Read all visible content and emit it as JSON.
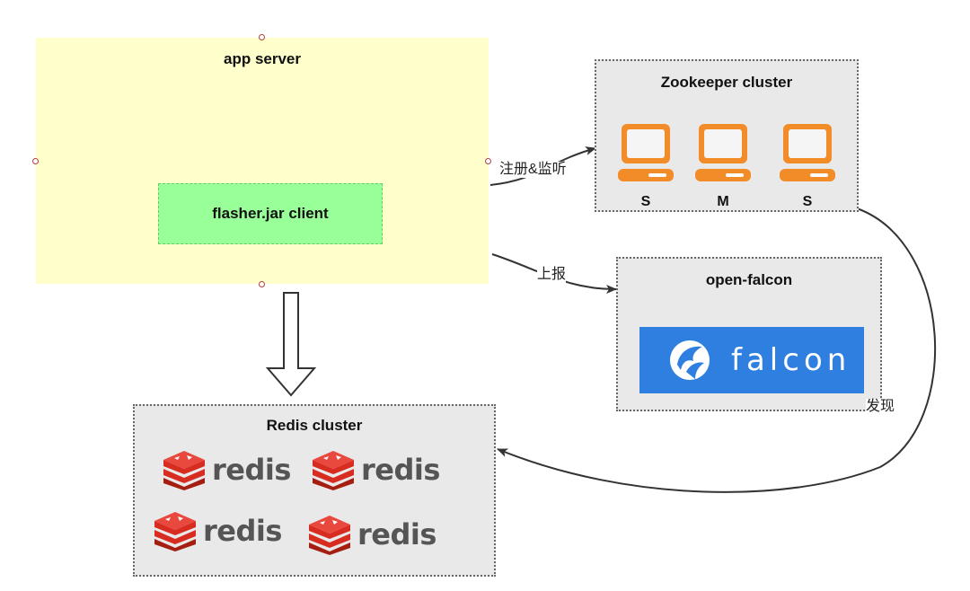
{
  "app_server": {
    "title": "app server",
    "client": "flasher.jar client"
  },
  "zookeeper": {
    "title": "Zookeeper cluster",
    "nodes": [
      "S",
      "M",
      "S"
    ]
  },
  "open_falcon": {
    "title": "open-falcon",
    "logo_text": "falcon"
  },
  "redis_cluster": {
    "title": "Redis cluster",
    "nodes": [
      "redis",
      "redis",
      "redis",
      "redis"
    ]
  },
  "edges": {
    "register": "注册&监听",
    "report": "上报",
    "discover": "发现"
  },
  "colors": {
    "app_bg": "#ffffcc",
    "client_bg": "#99ff99",
    "cluster_bg": "#e9e9e9",
    "computer": "#f28c28",
    "falcon": "#2f7fe0",
    "redis_red": "#d82c20"
  }
}
